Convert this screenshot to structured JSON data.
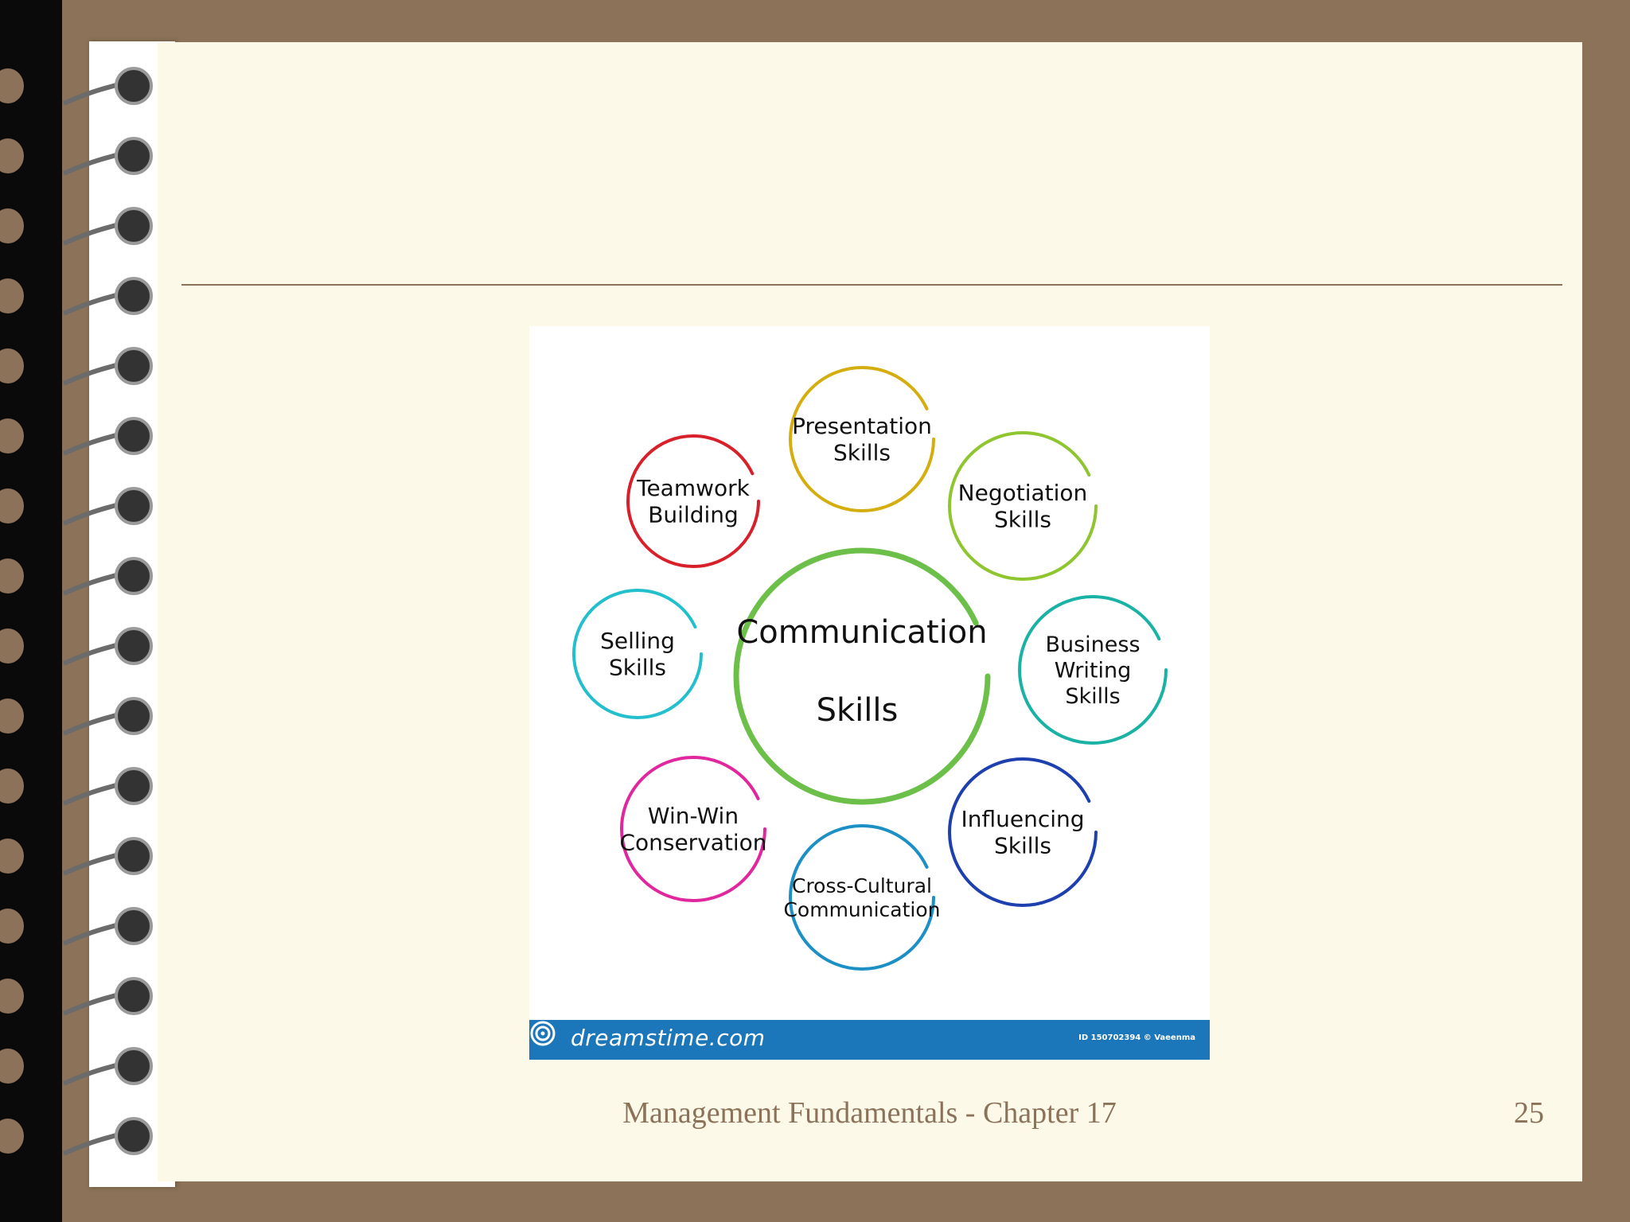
{
  "slide": {
    "footer": "Management Fundamentals - Chapter 17",
    "page_number": "25"
  },
  "diagram": {
    "center": {
      "lines": [
        "Communication",
        "Skills"
      ],
      "color": "#6cc04a"
    },
    "skills": [
      {
        "lines": [
          "Presentation",
          "Skills"
        ],
        "color": "#d4ad0f"
      },
      {
        "lines": [
          "Negotiation",
          "Skills"
        ],
        "color": "#8fc52e"
      },
      {
        "lines": [
          "Business",
          "Writing",
          "Skills"
        ],
        "color": "#19b2a5"
      },
      {
        "lines": [
          "Influencing",
          "Skills"
        ],
        "color": "#1e3fae"
      },
      {
        "lines": [
          "Cross-Cultural",
          "Communication"
        ],
        "color": "#1c8fc4"
      },
      {
        "lines": [
          "Win-Win",
          "Conservation"
        ],
        "color": "#e0279e"
      },
      {
        "lines": [
          "Selling",
          "Skills"
        ],
        "color": "#23bfcc"
      },
      {
        "lines": [
          "Teamwork",
          "Building"
        ],
        "color": "#d8202a"
      }
    ]
  },
  "watermark": {
    "brand": "dreamstime.com",
    "id_text": "ID 150702394 © Vaeenma"
  }
}
